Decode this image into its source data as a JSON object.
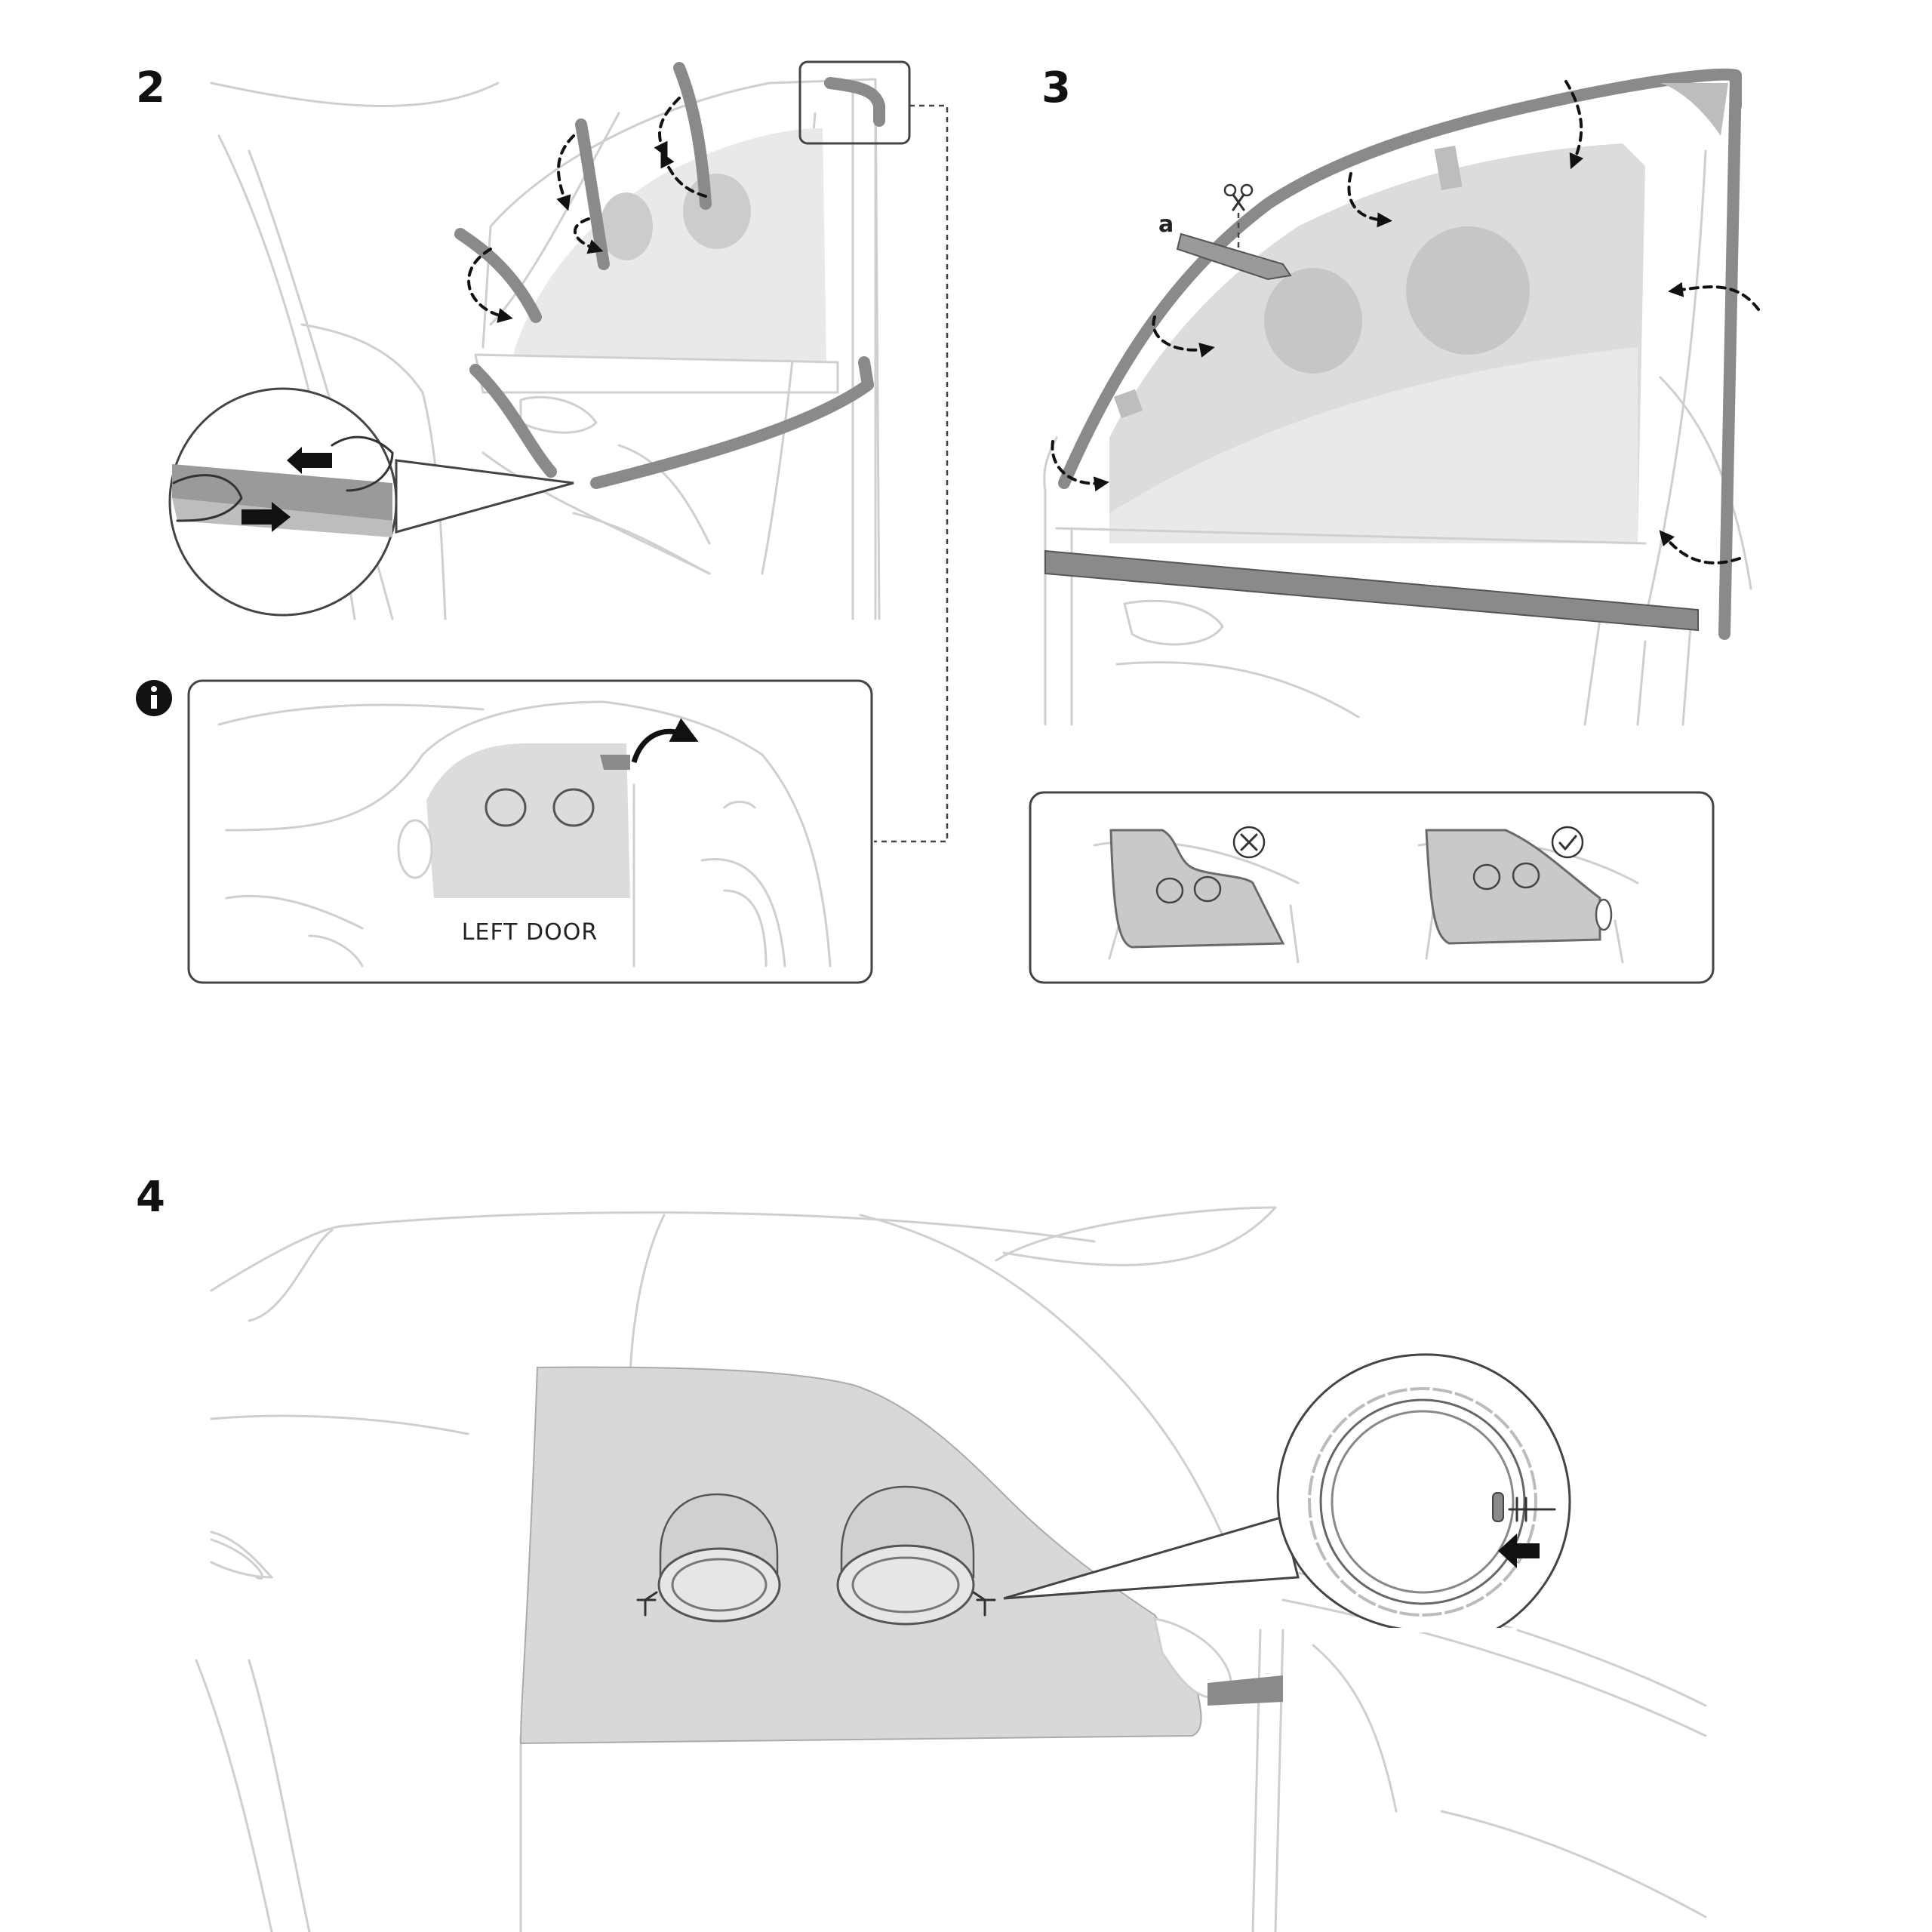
{
  "steps": {
    "step_2": {
      "number": "2"
    },
    "step_3": {
      "number": "3",
      "callout_letter": "a"
    },
    "step_4": {
      "number": "4"
    }
  },
  "info_box": {
    "icon": "info-icon",
    "caption": "LEFT DOOR"
  },
  "comparison": {
    "wrong_icon": "cross-circle-icon",
    "correct_icon": "check-circle-icon"
  },
  "icons": {
    "scissors": "scissors-icon",
    "arrow": "arrow-icon"
  },
  "colors": {
    "panel_fill": "#dcdcdc",
    "panel_dark": "#c9c9c9",
    "strip": "#8a8a8a",
    "line": "#cfcfcf",
    "ink": "#111111"
  }
}
